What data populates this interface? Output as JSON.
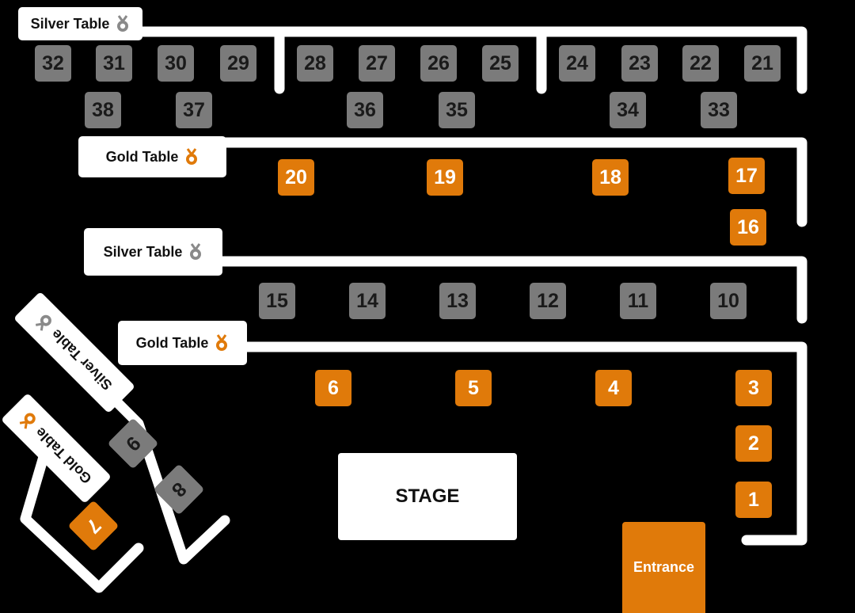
{
  "legend": {
    "silver_label": "Silver Table",
    "gold_label": "Gold Table"
  },
  "colors": {
    "background": "#000000",
    "rail": "#ffffff",
    "silver_seat": "#7b7b7b",
    "silver_seat_text": "#1a1a1a",
    "gold_seat": "#e07a0a",
    "gold_seat_text": "#ffffff",
    "silver_medal": "#8a8a8a",
    "gold_medal": "#e07a0a"
  },
  "icons": {
    "silver": "silver-medal-icon",
    "gold": "gold-medal-icon"
  },
  "venue": {
    "stage_label": "STAGE",
    "entrance_label": "Entrance"
  },
  "tables": [
    {
      "tier": "silver",
      "label": "Silver Table",
      "seats": [
        "21",
        "22",
        "23",
        "24",
        "25",
        "26",
        "27",
        "28",
        "29",
        "30",
        "31",
        "32",
        "33",
        "34",
        "35",
        "36",
        "37",
        "38"
      ]
    },
    {
      "tier": "gold",
      "label": "Gold Table",
      "seats": [
        "16",
        "17",
        "18",
        "19",
        "20"
      ]
    },
    {
      "tier": "silver",
      "label": "Silver Table",
      "seats": [
        "10",
        "11",
        "12",
        "13",
        "14",
        "15"
      ]
    },
    {
      "tier": "gold",
      "label": "Gold Table",
      "seats": [
        "1",
        "2",
        "3",
        "4",
        "5",
        "6"
      ]
    },
    {
      "tier": "silver",
      "label": "Silver Table",
      "seats": [
        "8",
        "9"
      ]
    },
    {
      "tier": "gold",
      "label": "Gold Table",
      "seats": [
        "7"
      ]
    }
  ]
}
